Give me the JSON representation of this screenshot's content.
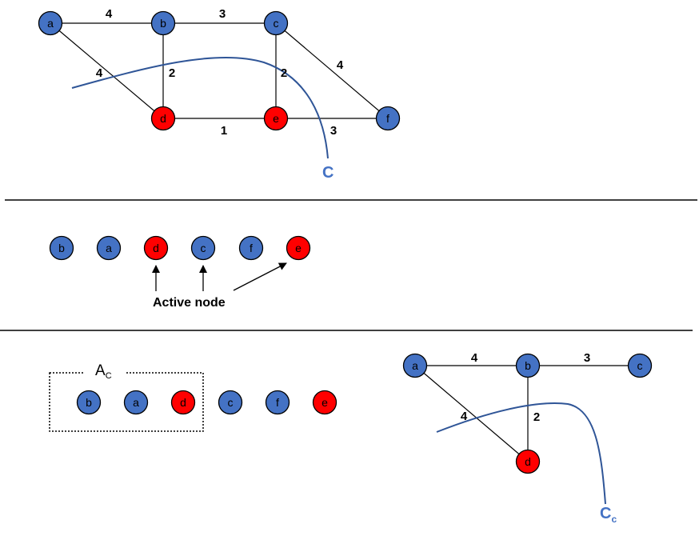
{
  "colors": {
    "blue": "#4472C4",
    "red": "#FF0000",
    "cut": "#2F5597",
    "edge": "#000000"
  },
  "graph1": {
    "nodes": [
      {
        "id": "a",
        "label": "a",
        "color": "blue"
      },
      {
        "id": "b",
        "label": "b",
        "color": "blue"
      },
      {
        "id": "c",
        "label": "c",
        "color": "blue"
      },
      {
        "id": "d",
        "label": "d",
        "color": "red"
      },
      {
        "id": "e",
        "label": "e",
        "color": "red"
      },
      {
        "id": "f",
        "label": "f",
        "color": "blue"
      }
    ],
    "edges": [
      {
        "from": "a",
        "to": "b",
        "weight": "4"
      },
      {
        "from": "b",
        "to": "c",
        "weight": "3"
      },
      {
        "from": "a",
        "to": "d",
        "weight": "4"
      },
      {
        "from": "b",
        "to": "d",
        "weight": "2"
      },
      {
        "from": "c",
        "to": "e",
        "weight": "2"
      },
      {
        "from": "c",
        "to": "f",
        "weight": "4"
      },
      {
        "from": "d",
        "to": "e",
        "weight": "1"
      },
      {
        "from": "e",
        "to": "f",
        "weight": "3"
      }
    ],
    "cut_label": "C"
  },
  "sequence": {
    "nodes": [
      {
        "label": "b",
        "color": "blue"
      },
      {
        "label": "a",
        "color": "blue"
      },
      {
        "label": "d",
        "color": "red"
      },
      {
        "label": "c",
        "color": "blue"
      },
      {
        "label": "f",
        "color": "blue"
      },
      {
        "label": "e",
        "color": "red"
      }
    ],
    "caption": "Active node"
  },
  "sequence2": {
    "box_label": "A",
    "box_label_sub": "C",
    "nodes": [
      {
        "label": "b",
        "color": "blue"
      },
      {
        "label": "a",
        "color": "blue"
      },
      {
        "label": "d",
        "color": "red"
      },
      {
        "label": "c",
        "color": "blue"
      },
      {
        "label": "f",
        "color": "blue"
      },
      {
        "label": "e",
        "color": "red"
      }
    ]
  },
  "graph2": {
    "nodes": [
      {
        "id": "a",
        "label": "a",
        "color": "blue"
      },
      {
        "id": "b",
        "label": "b",
        "color": "blue"
      },
      {
        "id": "c",
        "label": "c",
        "color": "blue"
      },
      {
        "id": "d",
        "label": "d",
        "color": "red"
      }
    ],
    "edges": [
      {
        "from": "a",
        "to": "b",
        "weight": "4"
      },
      {
        "from": "b",
        "to": "c",
        "weight": "3"
      },
      {
        "from": "a",
        "to": "d",
        "weight": "4"
      },
      {
        "from": "b",
        "to": "d",
        "weight": "2"
      }
    ],
    "cut_label": "C",
    "cut_label_sub": "c"
  }
}
